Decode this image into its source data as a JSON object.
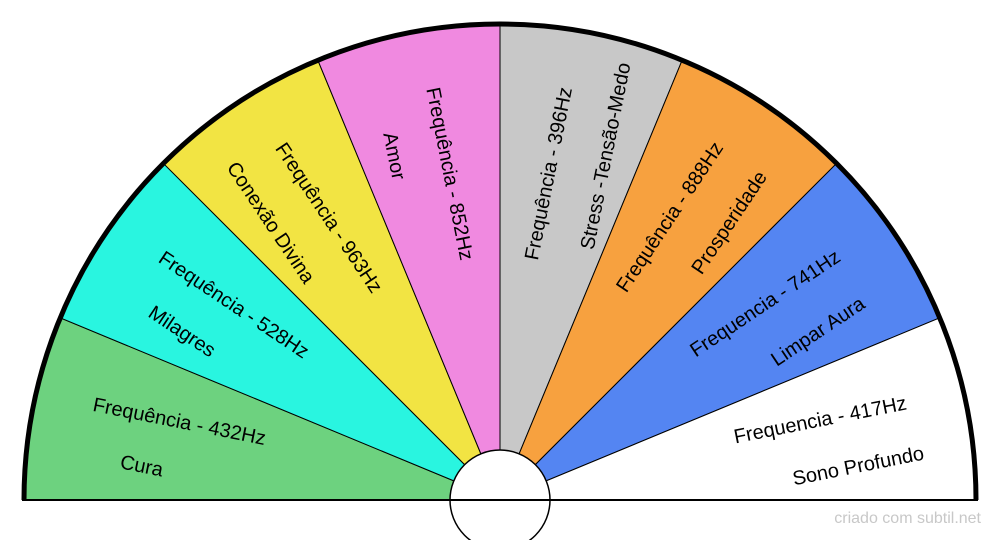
{
  "segments": [
    {
      "frequency": "Frequência - 432Hz",
      "meaning": "Cura",
      "color": "#6dd27f"
    },
    {
      "frequency": "Frequência - 528Hz",
      "meaning": "Milagres",
      "color": "#29f5e0"
    },
    {
      "frequency": "Frequência - 963Hz",
      "meaning": "Conexão Divina",
      "color": "#f2e443"
    },
    {
      "frequency": "Frequência - 852Hz",
      "meaning": "Amor",
      "color": "#f089e0"
    },
    {
      "frequency": "Frequência - 396Hz",
      "meaning": "Stress -Tensão-Medo",
      "color": "#c8c8c8"
    },
    {
      "frequency": "Frequência - 888Hz",
      "meaning": "Prosperidade",
      "color": "#f7a13f"
    },
    {
      "frequency": "Frequencia - 741Hz",
      "meaning": "Limpar Aura",
      "color": "#5485f2"
    },
    {
      "frequency": "Frequencia - 417Hz",
      "meaning": "Sono Profundo",
      "color": "#ffffff"
    }
  ],
  "colors": {
    "outline": "#000000",
    "credit": "#c8c8c8"
  },
  "credit": "criado com subtil.net"
}
